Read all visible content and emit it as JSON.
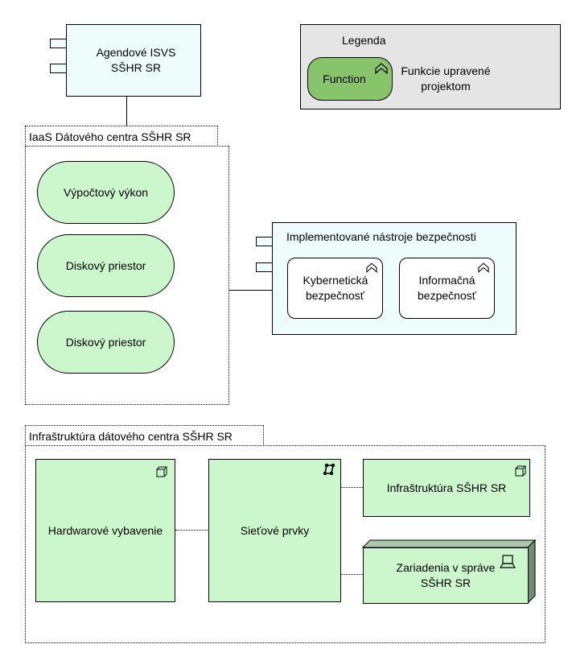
{
  "agendove": {
    "label": "Agendové ISVS SŠHR SR"
  },
  "legend": {
    "title": "Legenda",
    "function_label": "Function",
    "description": "Funkcie upravené projektom"
  },
  "iaas_group": {
    "label": "IaaS Dátového centra SŠHR SR",
    "items": [
      {
        "label": "Výpočtový výkon"
      },
      {
        "label": "Diskový priestor"
      },
      {
        "label": "Diskový priestor"
      }
    ]
  },
  "security": {
    "label": "Implementované nástroje bezpečnosti",
    "functions": [
      {
        "label": "Kybernetická bezpečnosť"
      },
      {
        "label": "Informačná bezpečnosť"
      }
    ]
  },
  "infra_group": {
    "label": "Infraštruktúra dátového centra SŠHR SR",
    "hardware": {
      "label": "Hardwarové vybavenie"
    },
    "network": {
      "label": "Sieťové prvky"
    },
    "infra": {
      "label": "Infraštruktúra SŠHR SR"
    },
    "devices": {
      "label": "Zariadenia v správe SŠHR SR"
    }
  },
  "colors": {
    "function_fill": "#ccf7cc",
    "component_fill": "#eefcfc",
    "legend_fill": "#e5e5e5",
    "legend_function_fill": "#88c46a",
    "device_side": "#6f8f6f"
  },
  "icons": {
    "component": "component-icon",
    "function": "function-chevron-icon",
    "node": "node-cube-icon",
    "network": "network-icon",
    "device": "device-icon"
  }
}
